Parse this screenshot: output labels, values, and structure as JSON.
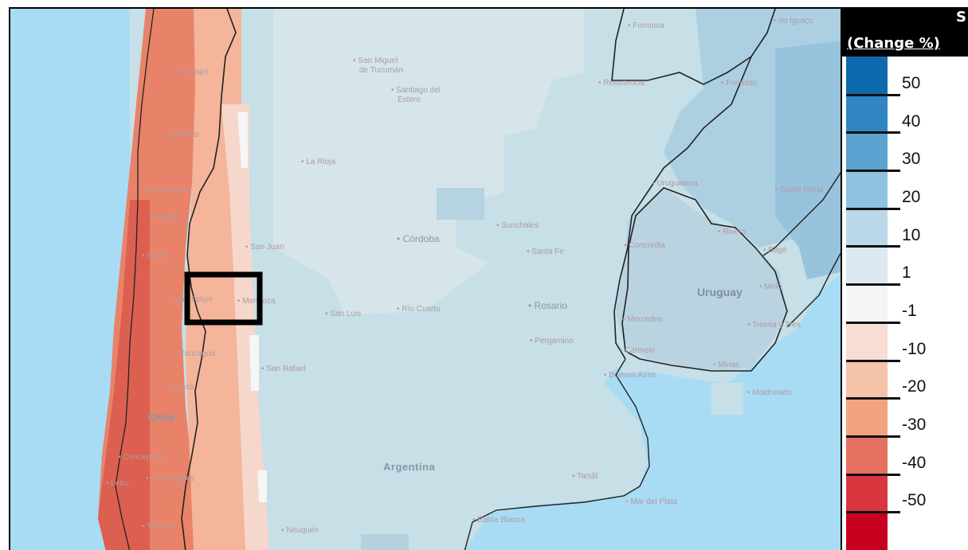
{
  "map": {
    "places": [
      {
        "name": "San Miguel",
        "line2": "de Tucumán",
        "cls": "place"
      },
      {
        "name": "Santiago del",
        "line2": "Estero",
        "cls": "place"
      },
      {
        "name": "Formosa",
        "cls": "place"
      },
      {
        "name": "do Iguaçu",
        "cls": "place"
      },
      {
        "name": "Resistencia",
        "cls": "place"
      },
      {
        "name": "Posadas",
        "cls": "place"
      },
      {
        "name": "Copiapó",
        "cls": "place"
      },
      {
        "name": "Vallenar",
        "cls": "place"
      },
      {
        "name": "La Rioja",
        "cls": "place"
      },
      {
        "name": "La Serena",
        "cls": "place"
      },
      {
        "name": "Ovalle",
        "cls": "place"
      },
      {
        "name": "San Juan",
        "cls": "place"
      },
      {
        "name": "Illapel",
        "cls": "place"
      },
      {
        "name": "San Felipe",
        "cls": "place"
      },
      {
        "name": "Mendoza",
        "cls": "place"
      },
      {
        "name": "San Luis",
        "cls": "place"
      },
      {
        "name": "Río Cuarto",
        "cls": "place"
      },
      {
        "name": "Rancagua",
        "cls": "place"
      },
      {
        "name": "San Rafael",
        "cls": "place"
      },
      {
        "name": "Curicó",
        "cls": "place"
      },
      {
        "name": "Concepción",
        "cls": "place"
      },
      {
        "name": "Lebu",
        "cls": "place"
      },
      {
        "name": "Los Ángeles",
        "cls": "place"
      },
      {
        "name": "Temuco",
        "cls": "place"
      },
      {
        "name": "Neuquén",
        "cls": "place"
      },
      {
        "name": "Córdoba",
        "cls": "place-dark"
      },
      {
        "name": "Sunchales",
        "cls": "place"
      },
      {
        "name": "Santa Fe",
        "cls": "place"
      },
      {
        "name": "Rosario",
        "cls": "place-dark"
      },
      {
        "name": "Pergamino",
        "cls": "place"
      },
      {
        "name": "Uruguaiana",
        "cls": "place"
      },
      {
        "name": "Santa Maria",
        "cls": "place"
      },
      {
        "name": "Concordia",
        "cls": "place"
      },
      {
        "name": "Rivera",
        "cls": "place"
      },
      {
        "name": "Bagé",
        "cls": "place"
      },
      {
        "name": "Mercedes",
        "cls": "place"
      },
      {
        "name": "Carmelo",
        "cls": "place"
      },
      {
        "name": "Buenos Aires",
        "cls": "place"
      },
      {
        "name": "Minas",
        "cls": "place"
      },
      {
        "name": "Treinta y Tres",
        "cls": "place"
      },
      {
        "name": "Melo",
        "cls": "place"
      },
      {
        "name": "Maldonado",
        "cls": "place"
      },
      {
        "name": "Tandil",
        "cls": "place"
      },
      {
        "name": "Mar del Plata",
        "cls": "place"
      },
      {
        "name": "Bahía Blanca",
        "cls": "place"
      },
      {
        "name": "Chile",
        "cls": "country"
      },
      {
        "name": "Argentina",
        "cls": "country"
      },
      {
        "name": "Uruguay",
        "cls": "country-uy"
      }
    ]
  },
  "legend": {
    "title_fragment": "S",
    "subtitle": "(Change %)",
    "colors": [
      "#0f6aad",
      "#2f86c2",
      "#5aa3d1",
      "#8fc2e0",
      "#bad8ea",
      "#dce9f2",
      "#f5f5f5",
      "#f7ddd4",
      "#f5c2aa",
      "#f1a27e",
      "#e57060",
      "#d93640",
      "#c8001f"
    ],
    "labels": [
      "50",
      "40",
      "30",
      "20",
      "10",
      "1",
      "-1",
      "-10",
      "-20",
      "-30",
      "-40",
      "-50"
    ]
  }
}
